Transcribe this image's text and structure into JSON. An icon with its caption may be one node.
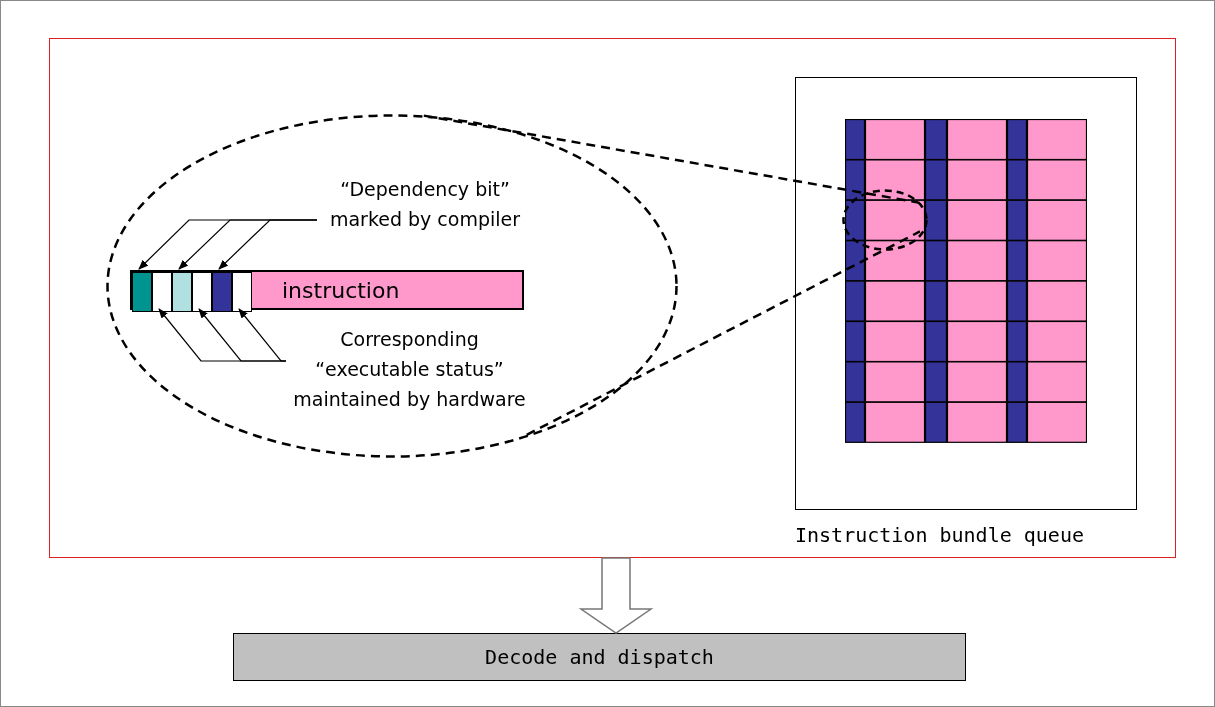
{
  "diagram": {
    "nodes": [
      {
        "text": [],
        "shape": "box"
      },
      {
        "text": [],
        "shape": "ellipse",
        "in": 0
      },
      {
        "text": [
          "“Dependency bit” marked by compiler"
        ],
        "in": 1
      },
      {
        "text": [
          "instruction"
        ],
        "in": 1
      },
      {
        "text": [],
        "shape": "box",
        "in": 3
      },
      {
        "text": [],
        "shape": "box",
        "in": 3
      },
      {
        "text": [],
        "shape": "box",
        "in": 3
      },
      {
        "text": [],
        "shape": "box",
        "in": 3
      },
      {
        "text": [],
        "shape": "box",
        "in": 3
      },
      {
        "text": [],
        "shape": "box",
        "in": 3
      },
      {
        "text": [
          "Corresponding “executable status” maintained by hardware"
        ],
        "in": 1
      },
      {
        "text": [
          "Instruction bundle queue"
        ],
        "in": 0
      },
      {
        "text": [],
        "shape": "ellipse",
        "in": 11
      },
      {
        "text": [
          "Decode and dispatch"
        ]
      }
    ],
    "edges": [
      {
        "from": 2,
        "to": 4,
        "arrow": "to"
      },
      {
        "from": 2,
        "to": 6,
        "arrow": "to"
      },
      {
        "from": 2,
        "to": 8,
        "arrow": "to"
      },
      {
        "from": 10,
        "to": 5,
        "arrow": "to"
      },
      {
        "from": 10,
        "to": 7,
        "arrow": "to"
      },
      {
        "from": 10,
        "to": 9,
        "arrow": "to"
      },
      {
        "from": 1,
        "to": 12,
        "arrow": "none",
        "style": "dashed"
      },
      {
        "from": 1,
        "to": 12,
        "arrow": "none",
        "style": "dashed"
      },
      {
        "from": 0,
        "to": 13,
        "arrow": "to",
        "style": "thick"
      }
    ]
  }
}
